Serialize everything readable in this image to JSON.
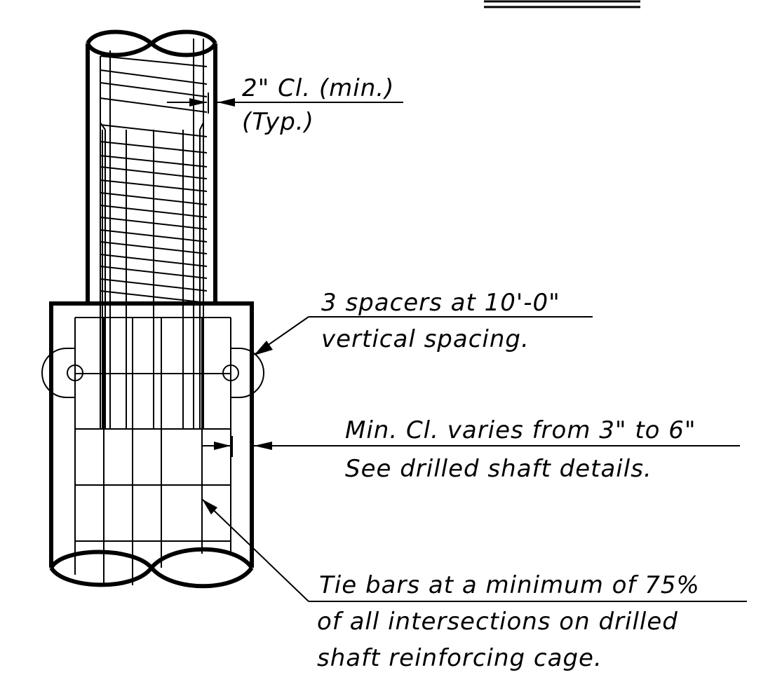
{
  "notes": {
    "clear_cover_top": {
      "line1": "2\" Cl. (min.)",
      "line2": "(Typ.)"
    },
    "spacers": {
      "line1": "3  spacers at 10'-0\"",
      "line2": "vertical spacing."
    },
    "min_clear": {
      "line1": "Min. Cl. varies from  3\" to 6\"",
      "line2": "See drilled  shaft details."
    },
    "tie_bars": {
      "line1": "Tie bars at a minimum  of 75%",
      "line2": "of all intersections on drilled",
      "line3": "shaft reinforcing cage."
    }
  }
}
